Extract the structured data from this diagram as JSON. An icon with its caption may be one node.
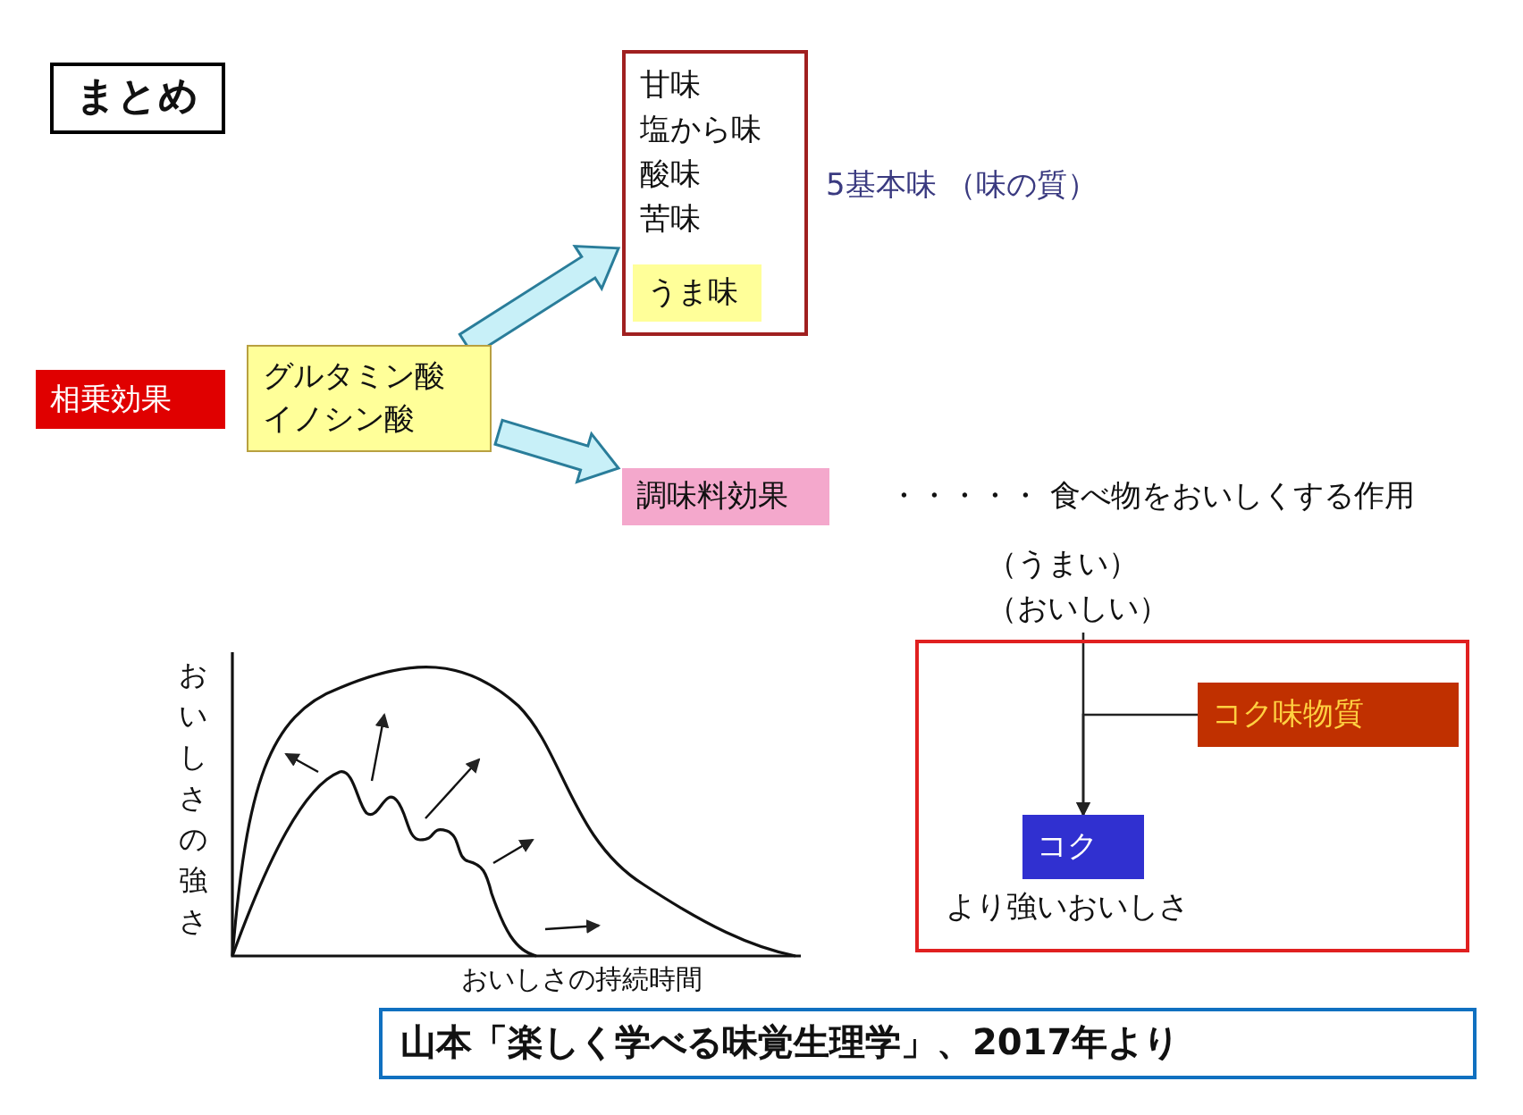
{
  "diagram": {
    "title": "まとめ",
    "caption": "山本「楽しく学べる味覚生理学」、2017年より",
    "nodes": [
      {
        "text": [
          "相乗効果"
        ]
      },
      {
        "text": [
          "グルタミン酸イノシン酸"
        ]
      },
      {
        "text": [
          "甘味",
          "塩から味",
          "酸味",
          "苦味"
        ],
        "beside": [
          "5基本味 （味の質）"
        ]
      },
      {
        "text": [
          "うま味"
        ],
        "in": 2
      },
      {
        "text": [
          "調味料効果"
        ]
      },
      {
        "text": [
          "（うまい）",
          "（おいしい）"
        ]
      },
      {
        "text": [],
        "shape": "box"
      },
      {
        "text": [
          "コク味物質"
        ],
        "in": 6
      },
      {
        "text": [
          "コク"
        ],
        "in": 6,
        "beside": [
          "より強いおいしさ"
        ]
      }
    ],
    "edges": [
      {
        "from": 1,
        "to": 2,
        "arrow": "to",
        "style": "thick",
        "color": "#c8f0f8"
      },
      {
        "from": 1,
        "to": 4,
        "arrow": "to",
        "style": "thick",
        "color": "#c8f0f8"
      },
      {
        "from": 5,
        "to": 8,
        "arrow": "to"
      },
      {
        "from": 7,
        "to": 8,
        "arrow": "to"
      }
    ],
    "labels": [
      "・・・・・ 食べ物をおいしくする作用",
      "おいしさの強さ",
      "おいしさの持続時間"
    ]
  }
}
